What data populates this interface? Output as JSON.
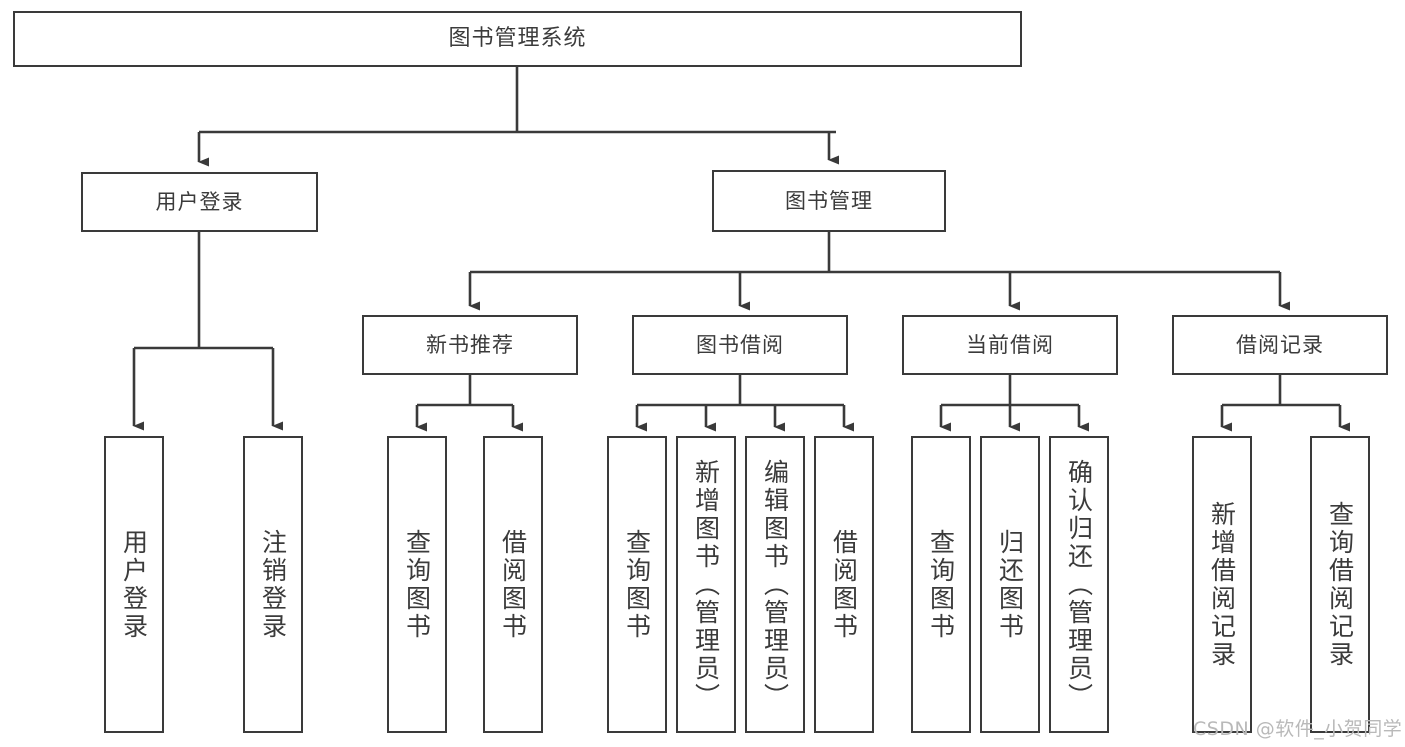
{
  "diagram": {
    "title": "图书管理系统",
    "type": "functional-structure-tree",
    "nodes": {
      "root": {
        "label": "图书管理系统"
      },
      "level2": [
        {
          "id": "user-login",
          "label": "用户登录"
        },
        {
          "id": "book-management",
          "label": "图书管理"
        }
      ],
      "level3": [
        {
          "id": "new-book-recommend",
          "label": "新书推荐"
        },
        {
          "id": "book-borrow",
          "label": "图书借阅"
        },
        {
          "id": "current-borrow",
          "label": "当前借阅"
        },
        {
          "id": "borrow-record",
          "label": "借阅记录"
        }
      ],
      "leaves": {
        "user_login": [
          {
            "id": "leaf-user-login",
            "label": "用户登录"
          },
          {
            "id": "leaf-logout-login",
            "label": "注销登录"
          }
        ],
        "new_book_recommend": [
          {
            "id": "leaf-query-book-1",
            "label": "查询图书"
          },
          {
            "id": "leaf-borrow-book-1",
            "label": "借阅图书"
          }
        ],
        "book_borrow": [
          {
            "id": "leaf-query-book-2",
            "label": "查询图书"
          },
          {
            "id": "leaf-add-book",
            "label": "新增图书（管理员）"
          },
          {
            "id": "leaf-edit-book",
            "label": "编辑图书（管理员）"
          },
          {
            "id": "leaf-borrow-book-2",
            "label": "借阅图书"
          }
        ],
        "current_borrow": [
          {
            "id": "leaf-query-book-3",
            "label": "查询图书"
          },
          {
            "id": "leaf-return-book",
            "label": "归还图书"
          },
          {
            "id": "leaf-confirm-return",
            "label": "确认归还（管理员）"
          }
        ],
        "borrow_record": [
          {
            "id": "leaf-add-borrow-record",
            "label": "新增借阅记录"
          },
          {
            "id": "leaf-query-borrow-record",
            "label": "查询借阅记录"
          }
        ]
      }
    },
    "watermark": "CSDN @软件_小贺同学",
    "colors": {
      "stroke": "#3a3a3a",
      "fill": "#ffffff",
      "text": "#3b3b3b",
      "watermark": "#b9b9b9"
    }
  }
}
